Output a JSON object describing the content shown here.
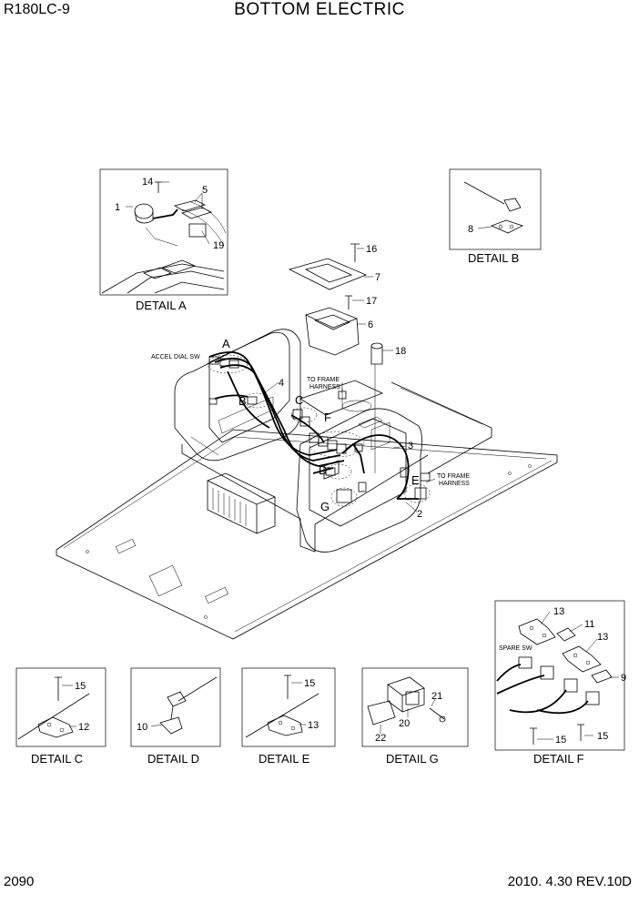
{
  "header": {
    "model": "R180LC-9",
    "title": "BOTTOM ELECTRIC"
  },
  "footer": {
    "page": "2090",
    "revision": "2010. 4.30  REV.10D"
  },
  "details": {
    "a": "DETAIL A",
    "b": "DETAIL B",
    "c": "DETAIL C",
    "d": "DETAIL D",
    "e": "DETAIL E",
    "f": "DETAIL F",
    "g": "DETAIL G"
  },
  "callouts": {
    "n1": "1",
    "n2": "2",
    "n3": "3",
    "n4": "4",
    "n5": "5",
    "n6": "6",
    "n7": "7",
    "n8": "8",
    "n9": "9",
    "n10": "10",
    "n11": "11",
    "n12": "12",
    "n13": "13",
    "n14": "14",
    "n15": "15",
    "n16": "16",
    "n17": "17",
    "n18": "18",
    "n19": "19",
    "n20": "20",
    "n21": "21",
    "n22": "22"
  },
  "letters": {
    "a": "A",
    "b": "B",
    "c": "C",
    "d": "D",
    "e": "E",
    "f": "F",
    "g": "G"
  },
  "notes": {
    "accel_dial": "ACCEL DIAL SW",
    "to_frame": "TO FRAME",
    "harness": "HARNESS",
    "spare_sw": "SPARE SW"
  }
}
